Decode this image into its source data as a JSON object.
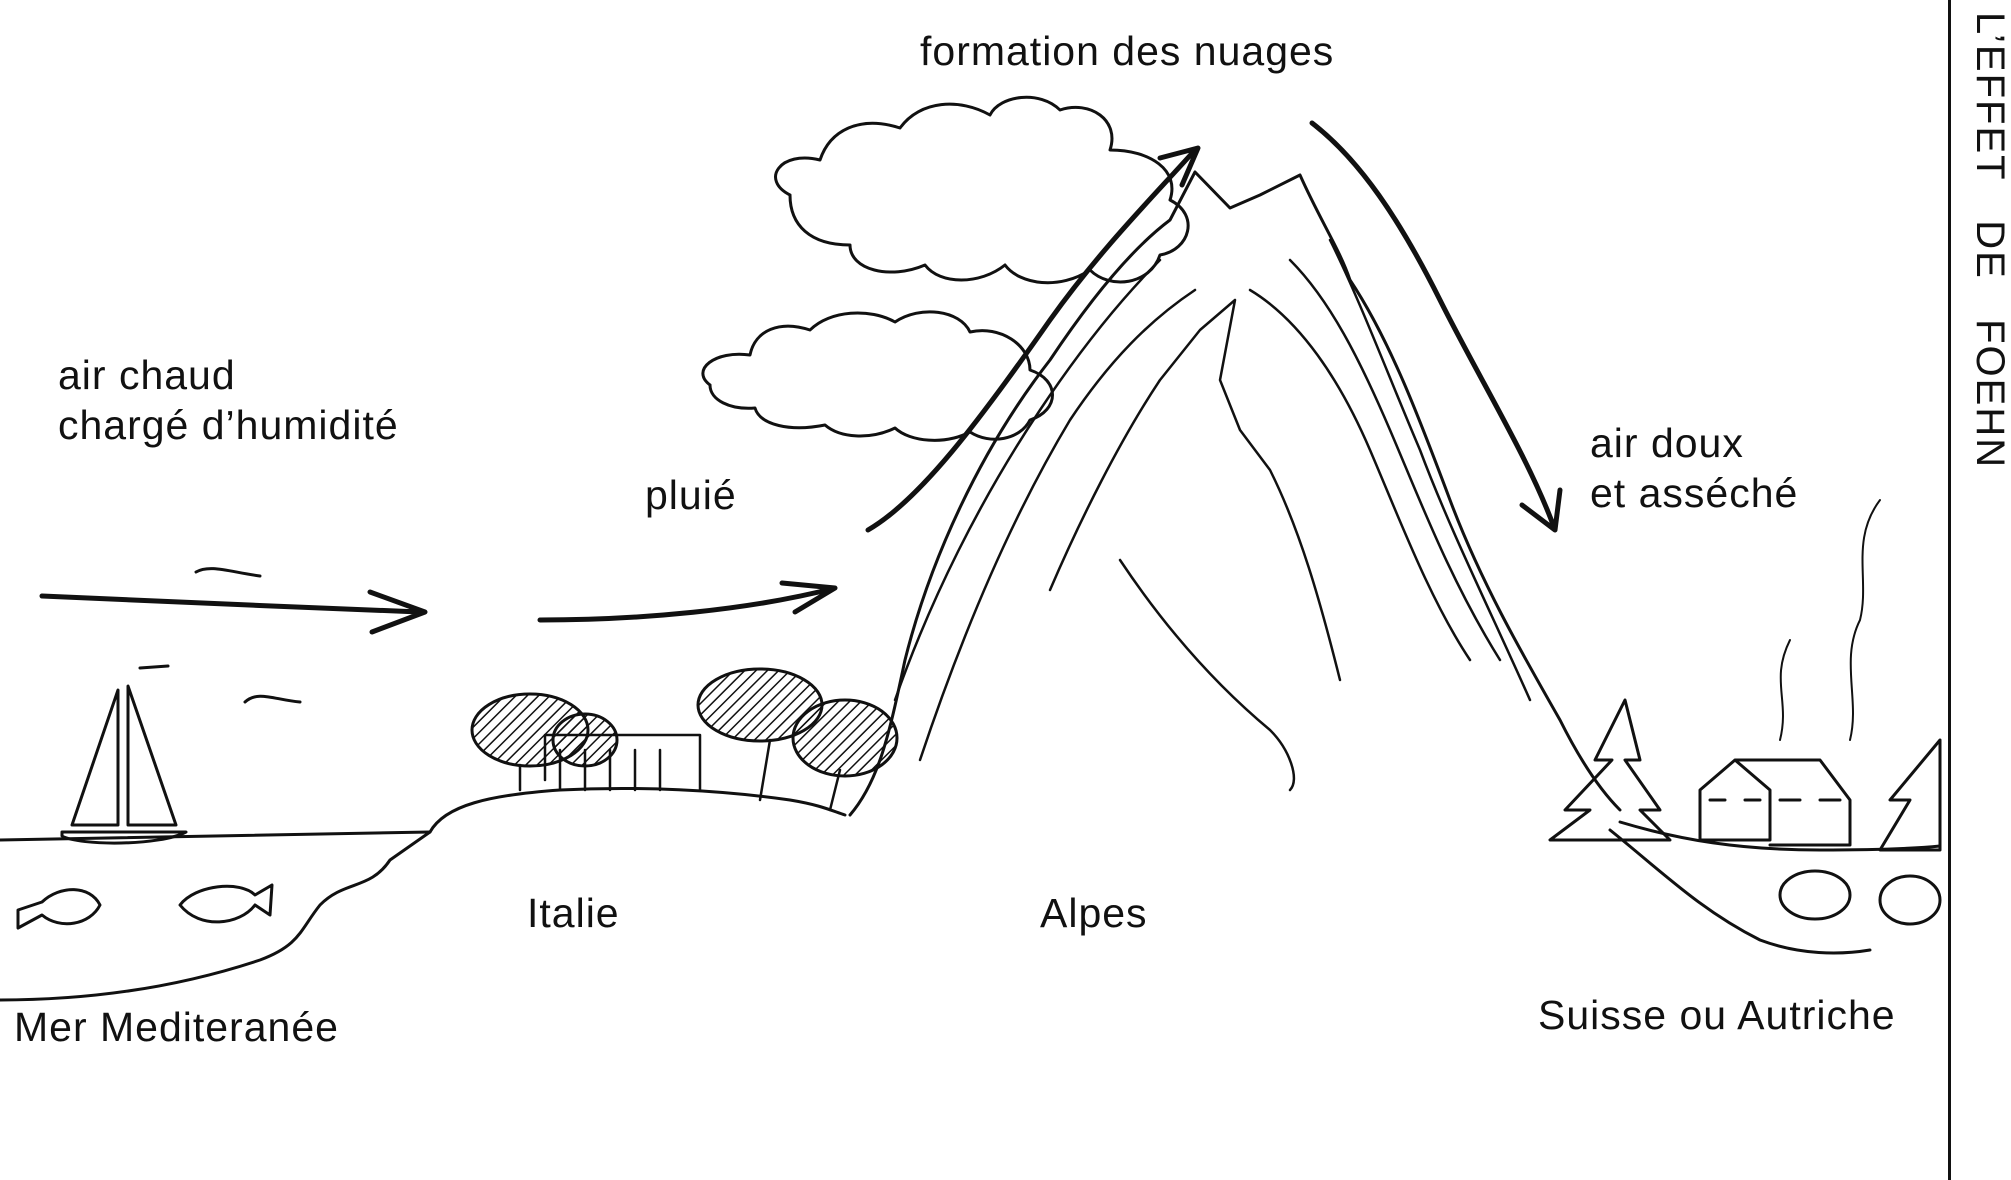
{
  "labels": {
    "clouds": "formation des nuages",
    "warm_air_line1": "air chaud",
    "warm_air_line2": "chargé d’humidité",
    "rain": "pluié",
    "dry_air_line1": "air doux",
    "dry_air_line2": "et asséché",
    "italy": "Italie",
    "alps": "Alpes",
    "sea": "Mer Mediteranée",
    "swiss": "Suisse ou Autriche"
  },
  "side_title": "L’EFFET   DE   FOEHN",
  "colors": {
    "ink": "#111111",
    "paper": "#ffffff"
  }
}
